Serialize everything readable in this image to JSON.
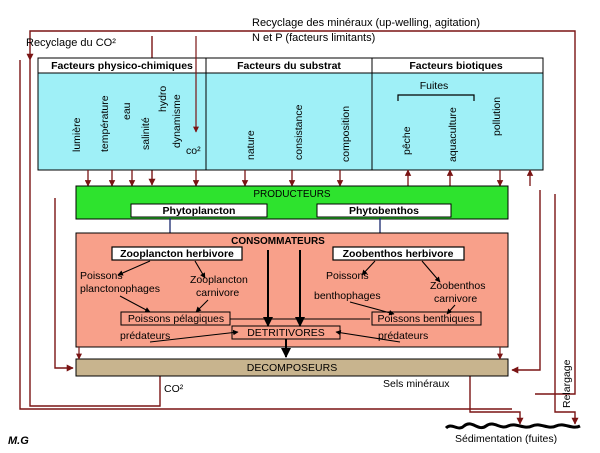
{
  "top": {
    "recycling_minerals": "Recyclage des minéraux (up-welling, agitation)",
    "limiting_factors": "N et P  (facteurs limitants)",
    "recycling_co2": "Recyclage du CO²"
  },
  "factors": {
    "physico_title": "Facteurs physico-chimiques",
    "substrate_title": "Facteurs du substrat",
    "biotic_title": "Facteurs biotiques",
    "physico_items": [
      "lumière",
      "température",
      "eau",
      "salinité",
      "hydro",
      "dynamisme",
      "co²"
    ],
    "substrate_items": [
      "nature",
      "consistance",
      "composition"
    ],
    "biotic_group": "Fuites",
    "biotic_items": [
      "pêche",
      "aquaculture",
      "pollution"
    ]
  },
  "producers": {
    "title": "PRODUCTEURS",
    "phyto": "Phytoplancton",
    "benthos": "Phytobenthos"
  },
  "consumers": {
    "title": "CONSOMMATEURS",
    "zooplancton": "Zooplancton herbivore",
    "zoobenthos": "Zoobenthos herbivore",
    "poissons_plancto_1": "Poissons",
    "poissons_plancto_2": "planctonophages",
    "zoo_carni_1": "Zooplancton",
    "zoo_carni_2": "carnivore",
    "poissons_bentho_1": "Poissons",
    "poissons_bentho_2": "benthophages",
    "zoobentho_carni_1": "Zoobenthos",
    "zoobentho_carni_2": "carnivore",
    "pelagiques_1": "Poissons pélagiques",
    "pelagiques_2": "prédateurs",
    "detritivores": "DETRITIVORES",
    "benthiques_1": "Poissons benthiques",
    "benthiques_2": "prédateurs"
  },
  "decomposers": {
    "title": "DECOMPOSEURS"
  },
  "bottom": {
    "co2": "CO²",
    "sels": "Sels minéraux",
    "relargage": "Relargage",
    "sedimentation": "Sédimentation (fuites)",
    "author": "M.G"
  },
  "colors": {
    "cyan": "#9ff0f7",
    "green": "#2ee32e",
    "salmon": "#f8a08a",
    "tan": "#c8b48e",
    "arrow": "#7a1414"
  }
}
